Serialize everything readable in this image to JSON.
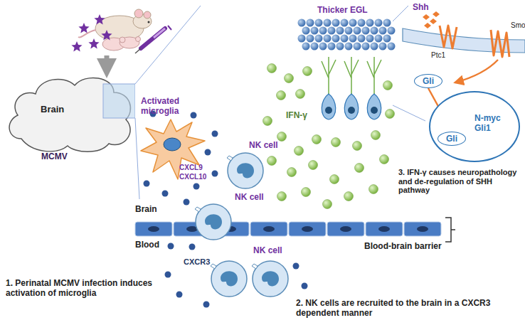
{
  "diagram": {
    "nodes": [
      {
        "text": [
          "Brain"
        ]
      },
      {
        "text": [
          "Gli"
        ]
      },
      {
        "text": [
          "N-myc Gli1"
        ]
      },
      {
        "text": [
          "Gli"
        ],
        "in": 2
      }
    ],
    "edges": [
      {
        "from": 1,
        "to": 3,
        "arrow": "to"
      }
    ],
    "labels": [
      "Thicker EGL",
      "Shh",
      "Ptc1",
      "Smo",
      "Activated microglia",
      "CXCL9",
      "CXCL10",
      "NK cell",
      "IFN-γ",
      "3. IFN-γ causes neuropathology and de-regulation of SHH pathway",
      "Brain",
      "NK cell",
      "Blood",
      "Blood-brain barrier",
      "CXCR3",
      "NK cell",
      "MCMV",
      "1. Perinatal MCMV infection induces activation of microglia",
      "2. NK cells are recruited to the brain in a CXCR3 dependent manner"
    ]
  }
}
